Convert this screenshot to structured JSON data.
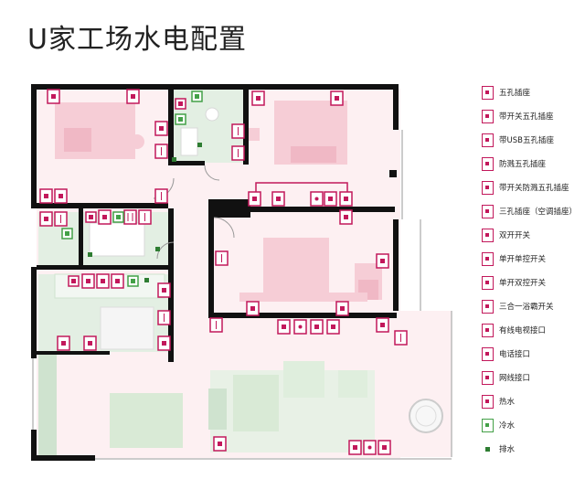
{
  "title": "U家工场水电配置",
  "colors": {
    "accent": "#c2185b",
    "cold_water": "#43a047",
    "drain": "#2e7d32",
    "wall": "#111111",
    "room_fill": "#fdf0f2",
    "furniture": "#f6cdd6",
    "green_zone": "#e3efe3"
  },
  "legend": [
    {
      "label": "五孔插座",
      "icon": "five-hole-socket-icon"
    },
    {
      "label": "带开关五孔插座",
      "icon": "switched-five-hole-socket-icon"
    },
    {
      "label": "带USB五孔插座",
      "icon": "usb-five-hole-socket-icon"
    },
    {
      "label": "防溅五孔插座",
      "icon": "splashproof-socket-icon"
    },
    {
      "label": "带开关防溅五孔插座",
      "icon": "switched-splashproof-socket-icon"
    },
    {
      "label": "三孔插座（空调插座）",
      "icon": "three-hole-ac-socket-icon"
    },
    {
      "label": "双开开关",
      "icon": "double-switch-icon"
    },
    {
      "label": "单开单控开关",
      "icon": "single-switch-icon"
    },
    {
      "label": "单开双控开关",
      "icon": "single-dual-control-switch-icon"
    },
    {
      "label": "三合一浴霸开关",
      "icon": "bath-heater-switch-icon"
    },
    {
      "label": "有线电视接口",
      "icon": "tv-port-icon"
    },
    {
      "label": "电话接口",
      "icon": "phone-port-icon"
    },
    {
      "label": "网线接口",
      "icon": "network-port-icon"
    },
    {
      "label": "热水",
      "icon": "hot-water-icon"
    },
    {
      "label": "冷水",
      "icon": "cold-water-icon"
    },
    {
      "label": "排水",
      "icon": "drain-icon"
    }
  ]
}
